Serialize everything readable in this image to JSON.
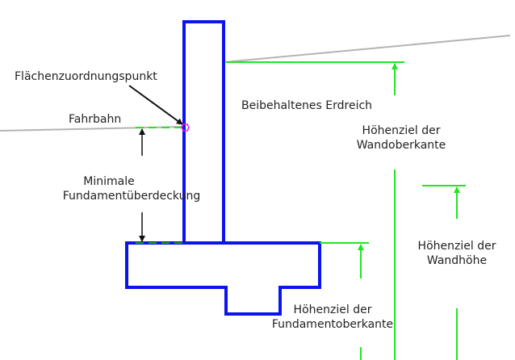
{
  "labels": {
    "area_point": "Flächenzuordnungspunkt",
    "road": "Fahrbahn",
    "min_cover_1": "Minimale",
    "min_cover_2": "Fundamentüberdeckung",
    "retained_soil": "Beibehaltenes Erdreich",
    "wall_top_1": "Höhenziel der",
    "wall_top_2": "Wandoberkante",
    "wall_height_1": "Höhenziel der",
    "wall_height_2": "Wandhöhe",
    "footing_top_1": "Höhenziel der",
    "footing_top_2": "Fundamentoberkante"
  },
  "colors": {
    "structure": "#0a14f0",
    "target": "#22e622",
    "ground": "#b4b4b4",
    "point": "#e61ee6",
    "leader": "#111111"
  }
}
